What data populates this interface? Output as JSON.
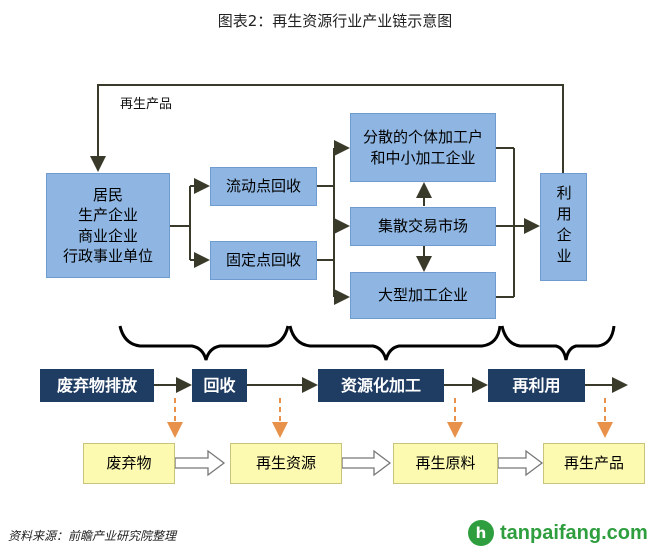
{
  "title": "图表2：再生资源行业产业链示意图",
  "feedback_label": "再生产品",
  "sources_box": [
    "居民",
    "生产企业",
    "商业企业",
    "行政事业单位"
  ],
  "collection": {
    "mobile": "流动点回收",
    "fixed": "固定点回收"
  },
  "processing": {
    "small": [
      "分散的个体加工户",
      "和中小加工企业"
    ],
    "market": "集散交易市场",
    "large": "大型加工企业"
  },
  "user": "利用企业",
  "stages": [
    "废弃物排放",
    "回收",
    "资源化加工",
    "再利用"
  ],
  "materials": [
    "废弃物",
    "再生资源",
    "再生原料",
    "再生产品"
  ],
  "source_note": "资料来源：前瞻产业研究院整理",
  "logo_text": "tanpaifang.com",
  "logo_icon": "leaf-logo-icon",
  "colors": {
    "blue_box": "#8fb6e2",
    "navy_bar": "#1f3c63",
    "yellow_box": "#fcf9b0",
    "dash": "#e8914a",
    "logo": "#2e9e3e"
  }
}
